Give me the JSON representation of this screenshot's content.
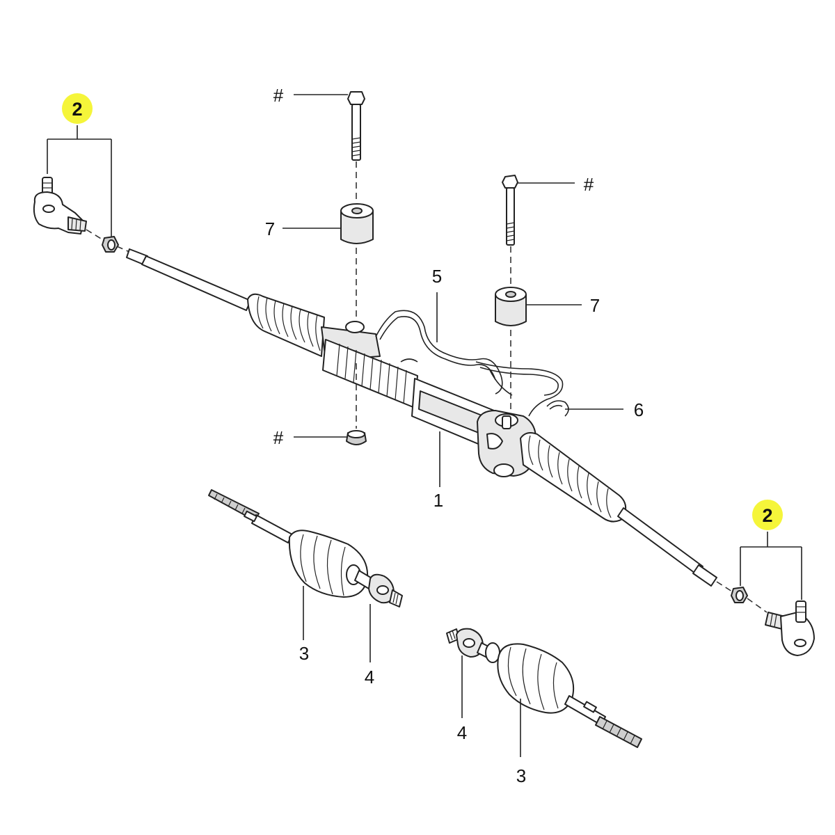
{
  "diagram": {
    "highlight_color": "#f5f53a",
    "callouts": {
      "tie_rod_end_left": "2",
      "tie_rod_end_right": "2",
      "rack": "1",
      "inner_tie_rod_left": "3",
      "inner_tie_rod_right": "3",
      "ball_joint_left": "4",
      "ball_joint_right": "4",
      "pipe": "5",
      "seal": "6",
      "bushing_left": "7",
      "bushing_right": "7",
      "bolt_top_left": "#",
      "bolt_top_right": "#",
      "nut_bottom": "#"
    }
  }
}
